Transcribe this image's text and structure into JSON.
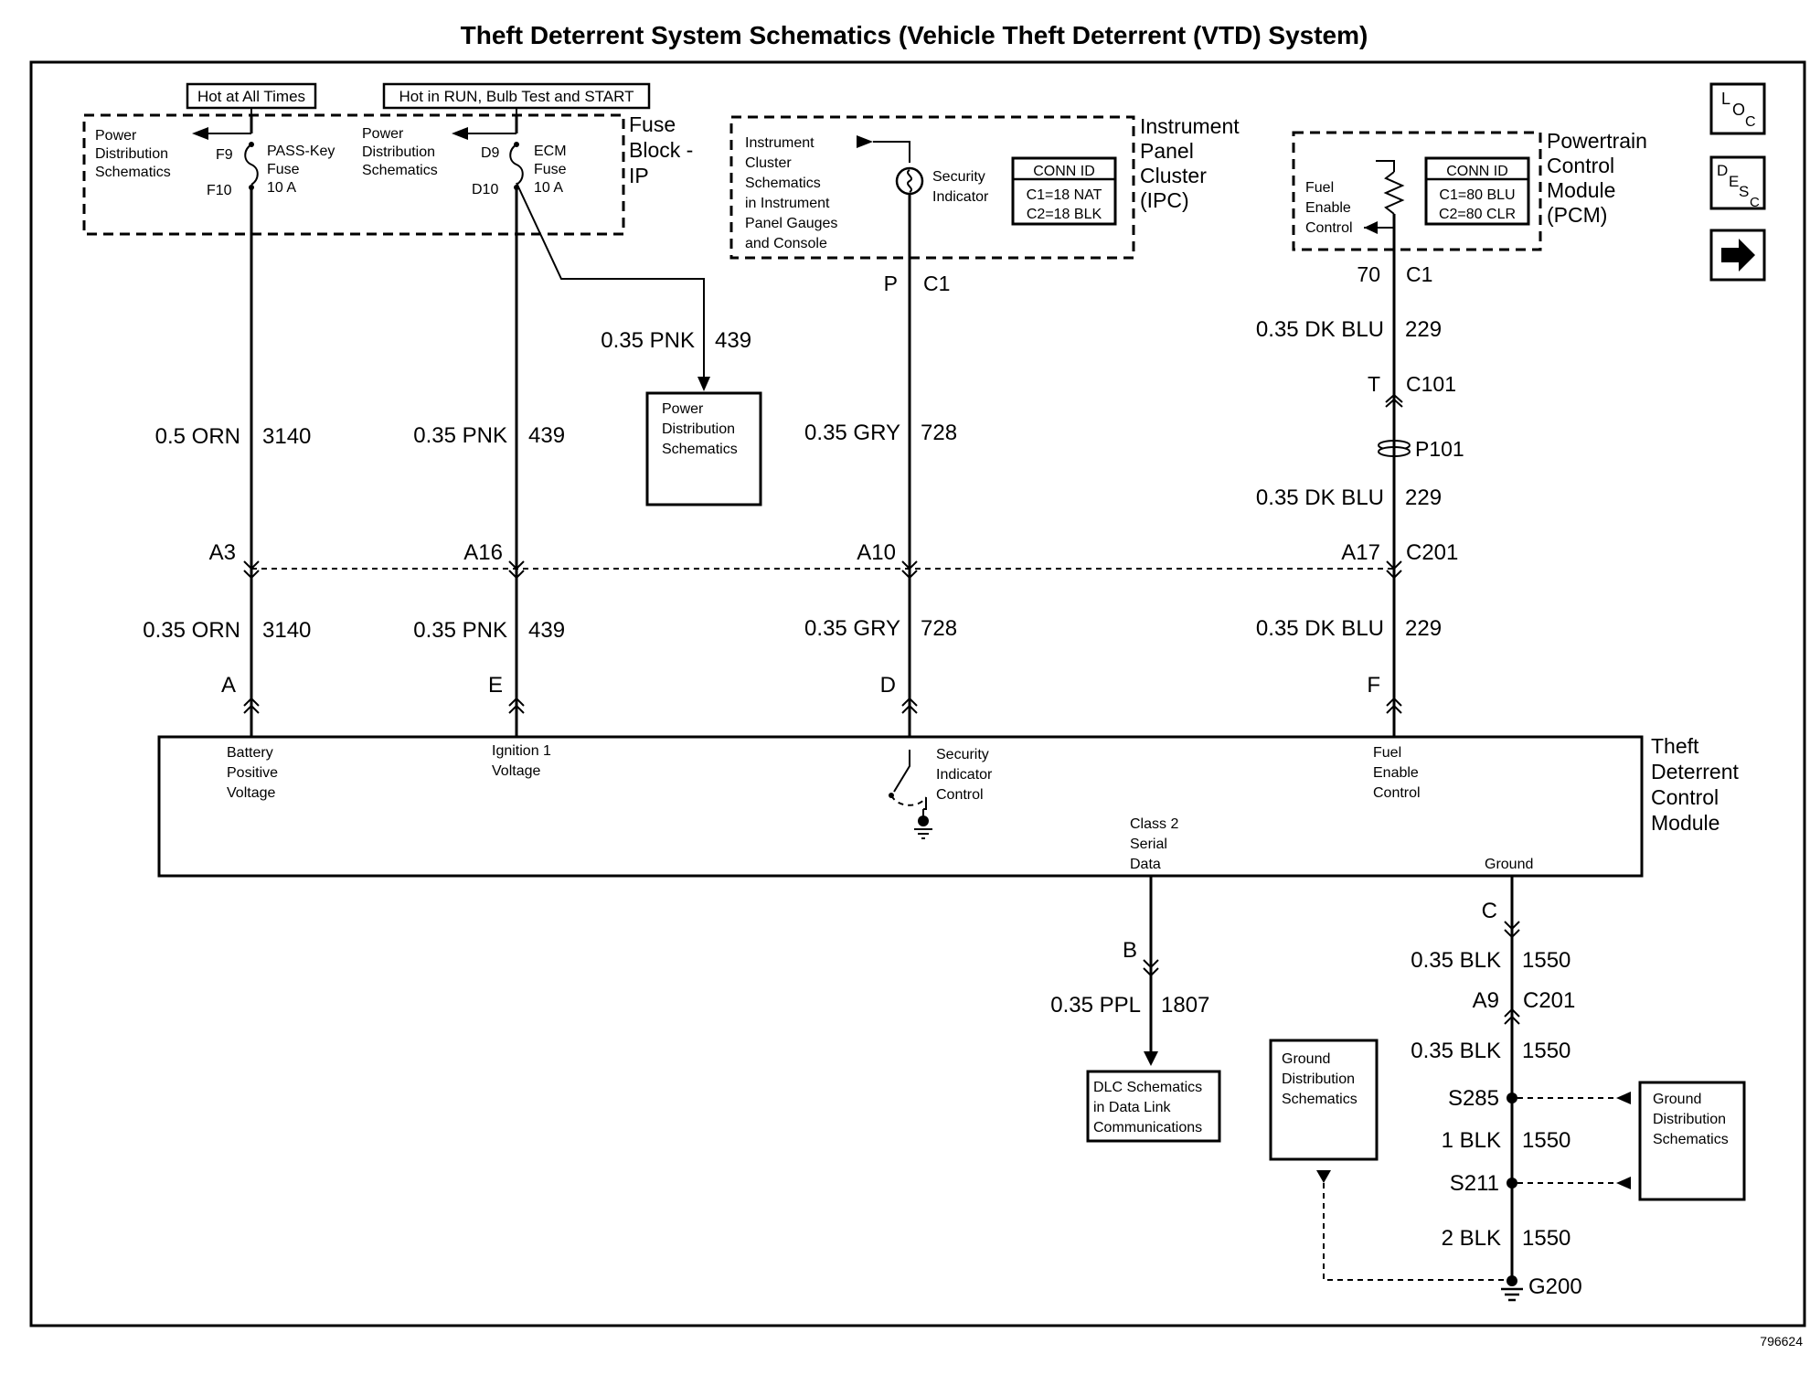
{
  "title": "Theft Deterrent System Schematics (Vehicle Theft Deterrent (VTD) System)",
  "figure_id": "796624",
  "nav_icons": {
    "loc": "LOC",
    "desc": "DESC",
    "next": "right-arrow-icon"
  },
  "fuse_block": {
    "name_l1": "Fuse",
    "name_l2": "Block -",
    "name_l3": "IP",
    "hot_at_all_times": "Hot at All Times",
    "hot_in_run": "Hot in RUN, Bulb Test and START",
    "pwr_l1": "Power",
    "pwr_l2": "Distribution",
    "pwr_l3": "Schematics",
    "f9": "F9",
    "f10": "F10",
    "passkey_l1": "PASS-Key",
    "passkey_l2": "Fuse",
    "passkey_l3": "10 A",
    "d9": "D9",
    "d10": "D10",
    "ecm_l1": "ECM",
    "ecm_l2": "Fuse",
    "ecm_l3": "10 A"
  },
  "ipc": {
    "name_l1": "Instrument",
    "name_l2": "Panel",
    "name_l3": "Cluster",
    "name_l4": "(IPC)",
    "ref_l1": "Instrument",
    "ref_l2": "Cluster",
    "ref_l3": "Schematics",
    "ref_l4": "in Instrument",
    "ref_l5": "Panel Gauges",
    "ref_l6": "and Console",
    "ind_l1": "Security",
    "ind_l2": "Indicator",
    "conn_title": "CONN ID",
    "conn_c1": "C1=18 NAT",
    "conn_c2": "C2=18 BLK",
    "pin": "P",
    "conn": "C1"
  },
  "pcm": {
    "name_l1": "Powertrain",
    "name_l2": "Control",
    "name_l3": "Module",
    "name_l4": "(PCM)",
    "fe_l1": "Fuel",
    "fe_l2": "Enable",
    "fe_l3": "Control",
    "conn_title": "CONN ID",
    "conn_c1": "C1=80 BLU",
    "conn_c2": "C2=80 CLR",
    "pin": "70",
    "conn": "C1"
  },
  "wires": {
    "w3140_top_size": "0.5 ORN",
    "w3140_top_num": "3140",
    "w3140_bot_size": "0.35 ORN",
    "w3140_bot_num": "3140",
    "w439_top_size": "0.35 PNK",
    "w439_top_num": "439",
    "w439_bot_size": "0.35 PNK",
    "w439_bot_num": "439",
    "w439_br_size": "0.35 PNK",
    "w439_br_num": "439",
    "w728_top_size": "0.35 GRY",
    "w728_top_num": "728",
    "w728_bot_size": "0.35 GRY",
    "w728_bot_num": "728",
    "w229_a_size": "0.35 DK BLU",
    "w229_a_num": "229",
    "w229_b_size": "0.35 DK BLU",
    "w229_b_num": "229",
    "w229_c_size": "0.35 DK BLU",
    "w229_c_num": "229",
    "w1807_size": "0.35 PPL",
    "w1807_num": "1807",
    "w1550_a_size": "0.35 BLK",
    "w1550_a_num": "1550",
    "w1550_b_size": "0.35 BLK",
    "w1550_b_num": "1550",
    "w1550_c_size": "1 BLK",
    "w1550_c_num": "1550",
    "w1550_d_size": "2 BLK",
    "w1550_d_num": "1550"
  },
  "connectors": {
    "a3": "A3",
    "a16": "A16",
    "a10": "A10",
    "a17": "A17",
    "c201": "C201",
    "t": "T",
    "c101": "C101",
    "p101": "P101",
    "pin_a": "A",
    "pin_e": "E",
    "pin_d": "D",
    "pin_f": "F",
    "pin_b": "B",
    "pin_c": "C",
    "a9": "A9",
    "c201b": "C201",
    "s285": "S285",
    "s211": "S211",
    "g200": "G200"
  },
  "pwr_dist_box": {
    "l1": "Power",
    "l2": "Distribution",
    "l3": "Schematics"
  },
  "tdm": {
    "name_l1": "Theft",
    "name_l2": "Deterrent",
    "name_l3": "Control",
    "name_l4": "Module",
    "bpv_l1": "Battery",
    "bpv_l2": "Positive",
    "bpv_l3": "Voltage",
    "ign_l1": "Ignition 1",
    "ign_l2": "Voltage",
    "sic_l1": "Security",
    "sic_l2": "Indicator",
    "sic_l3": "Control",
    "fec_l1": "Fuel",
    "fec_l2": "Enable",
    "fec_l3": "Control",
    "c2_l1": "Class 2",
    "c2_l2": "Serial",
    "c2_l3": "Data",
    "ground": "Ground"
  },
  "dlc_box": {
    "l1": "DLC Schematics",
    "l2": "in Data Link",
    "l3": "Communications"
  },
  "gnd_box1": {
    "l1": "Ground",
    "l2": "Distribution",
    "l3": "Schematics"
  },
  "gnd_box2": {
    "l1": "Ground",
    "l2": "Distribution",
    "l3": "Schematics"
  }
}
